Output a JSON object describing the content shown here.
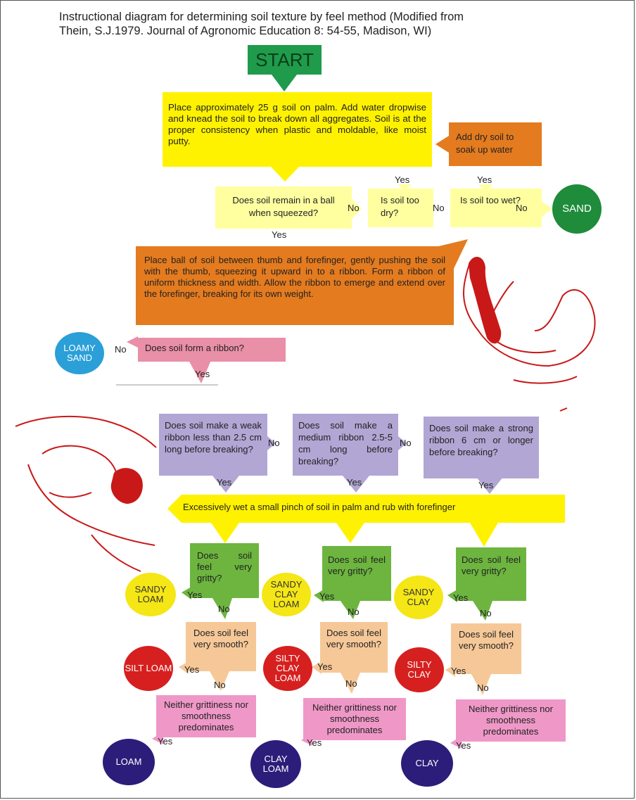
{
  "header": {
    "line1": "Instructional diagram for determining soil texture by feel method (Modified from",
    "line2": "Thein, S.J.1979. Journal of Agronomic Education 8: 54-55, Madison, WI)"
  },
  "start": "START",
  "steps": {
    "place_soil": "Place approximately 25 g soil on palm.  Add water dropwise and knead the soil to break down all aggregates.  Soil is at the proper consistency when plastic and moldable, like moist putty.",
    "add_dry": "Add dry soil to soak up water",
    "ball_q": "Does soil remain in a ball when squeezed?",
    "too_dry_q": "Is soil too dry?",
    "too_wet_q": "Is soil too wet?",
    "ribbon_instr": "Place ball of soil between thumb and forefinger, gently pushing the soil with the thumb, squeezing it upward in to a ribbon.  Form a ribbon of uniform thickness and width. Allow the ribbon to emerge and extend over the forefinger, breaking for its own weight.",
    "ribbon_q": "Does soil form a ribbon?",
    "weak_q": "Does soil make a weak ribbon less than 2.5 cm long before breaking?",
    "medium_q": "Does soil make a medium ribbon 2.5-5 cm long before breaking?",
    "strong_q": "Does soil make a strong ribbon 6 cm or longer before breaking?",
    "wet_pinch": "Excessively wet a small pinch of soil in palm and rub with forefinger",
    "gritty_q": "Does soil feel very gritty?",
    "smooth_q": "Does soil feel very smooth?",
    "neither": "Neither grittiness nor smoothness predominates"
  },
  "labels": {
    "yes": "Yes",
    "no": "No"
  },
  "results": {
    "sand": "SAND",
    "loamy_sand": "LOAMY SAND",
    "sandy_loam": "SANDY LOAM",
    "sandy_clay_loam": "SANDY CLAY LOAM",
    "sandy_clay": "SANDY CLAY",
    "silt_loam": "SILT LOAM",
    "silty_clay_loam": "SILTY CLAY LOAM",
    "silty_clay": "SILTY CLAY",
    "loam": "LOAM",
    "clay_loam": "CLAY LOAM",
    "clay": "CLAY"
  },
  "colors": {
    "start": "#1f9b4b",
    "yellow": "#fff200",
    "pale_yellow": "#ffffa0",
    "orange": "#e47b1f",
    "pink": "#e98fa7",
    "lavender": "#b1a6d4",
    "green": "#6db53f",
    "peach": "#f6c898",
    "magenta": "#ef98c8",
    "sand_circle": "#1e8c3a",
    "loamy_sand_circle": "#2a9fd8",
    "sandy_circles": "#f5e616",
    "silty_circles": "#d6201f",
    "loam_circles": "#2c1d7a",
    "hand_drawing": "#c91818"
  }
}
